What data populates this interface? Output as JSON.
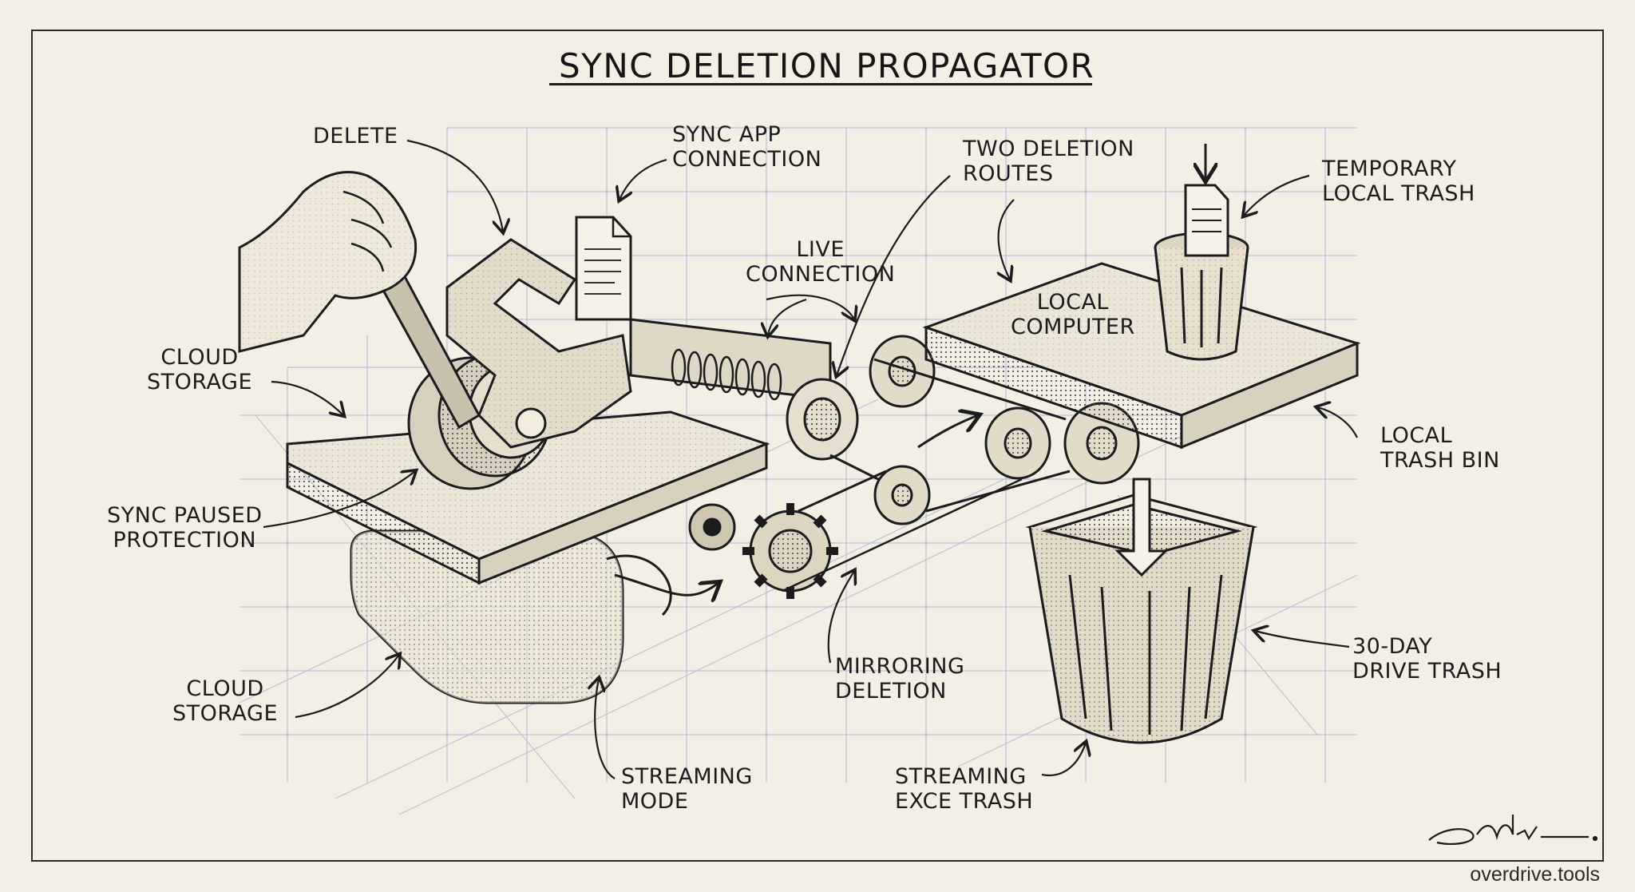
{
  "title": "SYNC DELETION PROPAGATOR",
  "labels": {
    "delete": [
      "DELETE"
    ],
    "sync_app_connection": [
      "SYNC APP",
      "CONNECTION"
    ],
    "two_deletion_routes": [
      "TWO DELETION",
      "ROUTES"
    ],
    "temporary_local_trash": [
      "TEMPORARY",
      "LOCAL TRASH"
    ],
    "live_connection": [
      "LIVE",
      "CONNECTION"
    ],
    "local_computer": [
      "LOCAL",
      "COMPUTER"
    ],
    "cloud_storage_top": [
      "CLOUD",
      "STORAGE"
    ],
    "local_trash_bin": [
      "LOCAL",
      "TRASH BIN"
    ],
    "sync_paused_protection": [
      "SYNC PAUSED",
      "PROTECTION"
    ],
    "mirroring_deletion": [
      "MIRRORING",
      "DELETION"
    ],
    "drive_trash_30_day": [
      "30-DAY",
      "DRIVE TRASH"
    ],
    "cloud_storage_bottom": [
      "CLOUD",
      "STORAGE"
    ],
    "streaming_mode": [
      "STREAMING",
      "MODE"
    ],
    "streaming_exce_trash": [
      "STREAMING",
      "EXCE TRASH"
    ]
  },
  "footer": "overdrive.tools"
}
